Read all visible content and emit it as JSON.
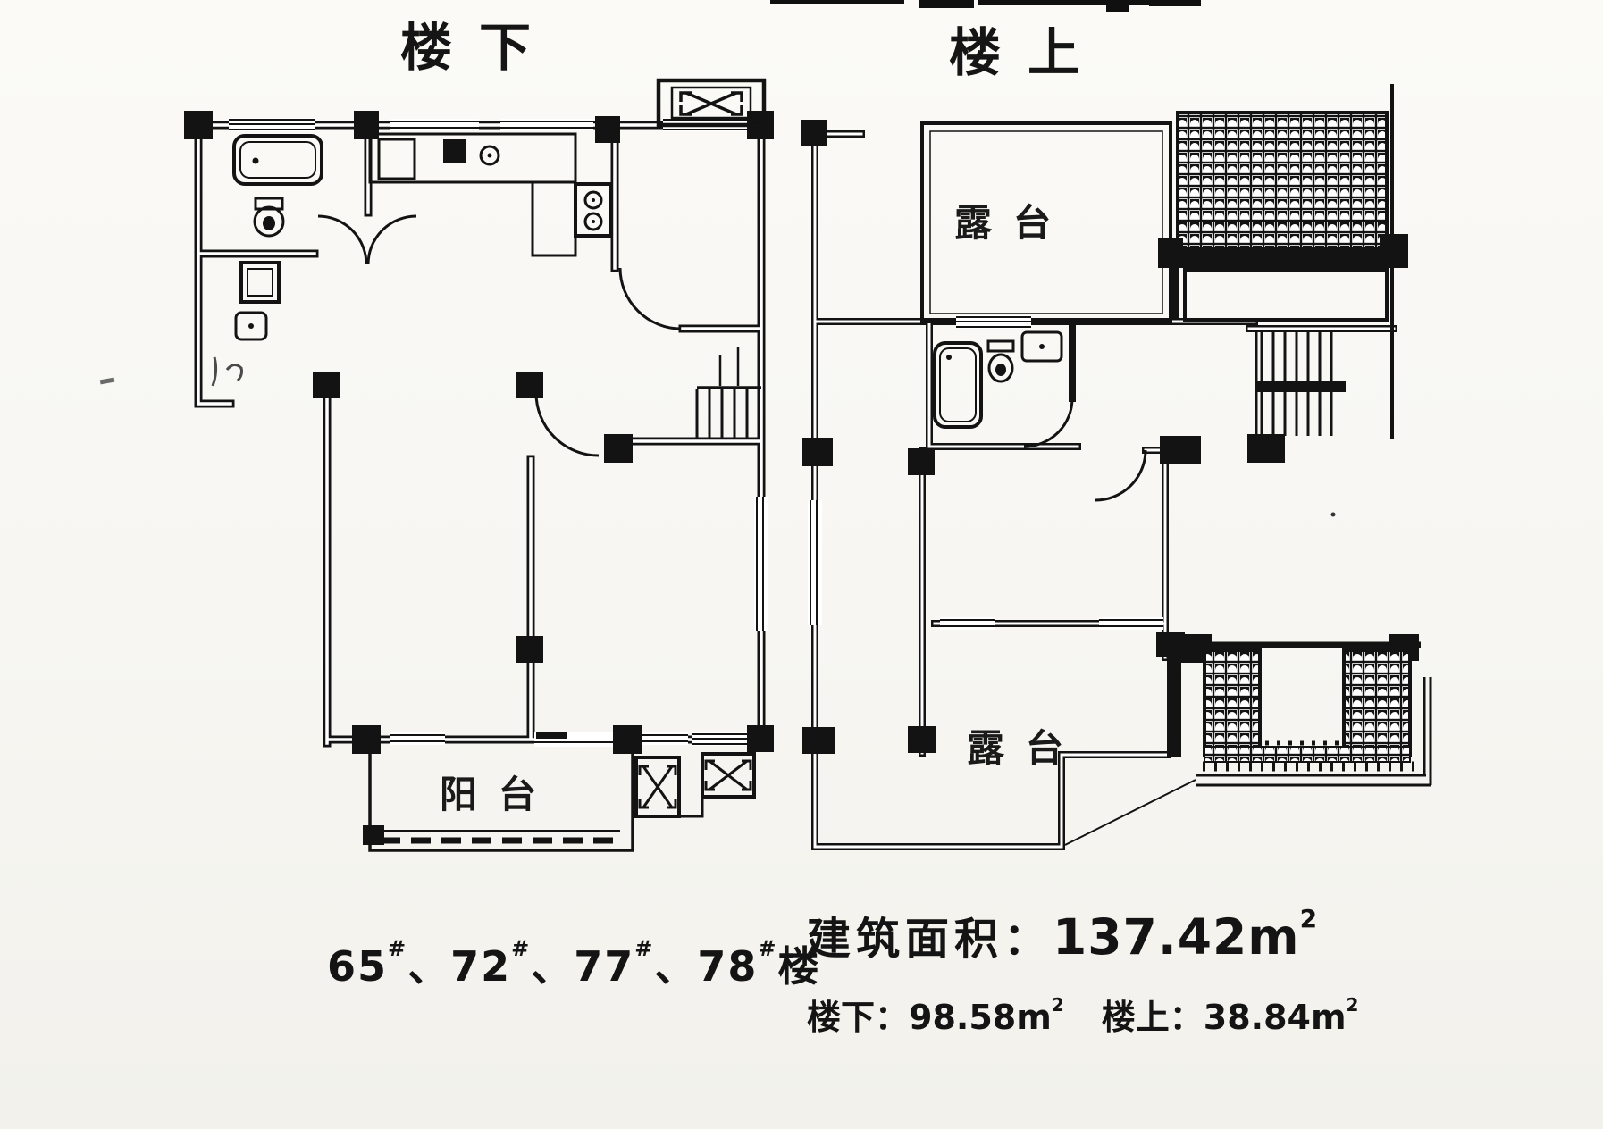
{
  "page": {
    "background": "#f7f6f2",
    "ink": "#141414"
  },
  "titles": {
    "downstairs": "楼下",
    "upstairs": "楼上"
  },
  "plan_labels": {
    "upper_terrace": "露台",
    "lower_terrace": "露台",
    "balcony": "阳台"
  },
  "footer": {
    "buildings": {
      "numbers": [
        "65",
        "72",
        "77",
        "78"
      ],
      "hash": "#",
      "separator": "、",
      "suffix": "楼"
    },
    "total_area": {
      "label": "建筑面积：",
      "value": "137.42m",
      "sup": "2"
    },
    "floor_areas": {
      "downstairs_label": "楼下：",
      "downstairs_value": "98.58m",
      "downstairs_sup": "2",
      "upstairs_label": "楼上：",
      "upstairs_value": "38.84m",
      "upstairs_sup": "2"
    }
  }
}
